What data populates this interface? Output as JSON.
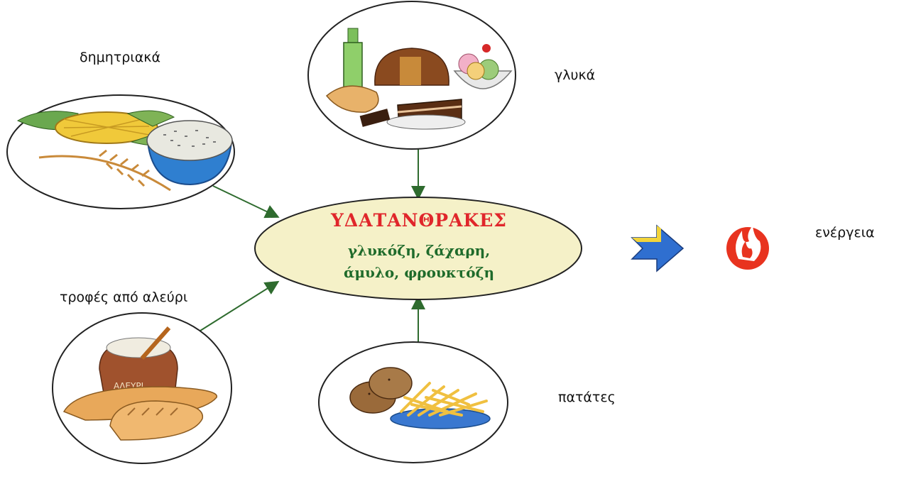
{
  "center": {
    "title": "ΥΔΑΤΑΝΘΡΑΚΕΣ",
    "line1": "γλυκόζη, ζάχαρη,",
    "line2": "άμυλο, φρουκτόζη"
  },
  "sources": {
    "cereals": "δημητριακά",
    "sweets": "γλυκά",
    "flour_foods": "τροφές από αλεύρι",
    "potatoes": "πατάτες"
  },
  "flour_sack_text": "ΑΛΕΥΡΙ",
  "result": "ενέργεια",
  "colors": {
    "title_red": "#e0262b",
    "text_green": "#1f6b2b",
    "ellipse_fill": "#f5f1c8",
    "arrow_green": "#2e6b2e",
    "big_arrow_blue": "#2f6fd0",
    "flame_red": "#e8331f"
  },
  "icons": [
    "corn-icon",
    "wheat-icon",
    "rice-bowl-icon",
    "soda-bottle-icon",
    "cake-icon",
    "croissant-icon",
    "ice-cream-icon",
    "bread-icon",
    "flour-sack-icon",
    "potato-icon",
    "fries-icon",
    "arrow-right-icon",
    "flame-icon"
  ]
}
